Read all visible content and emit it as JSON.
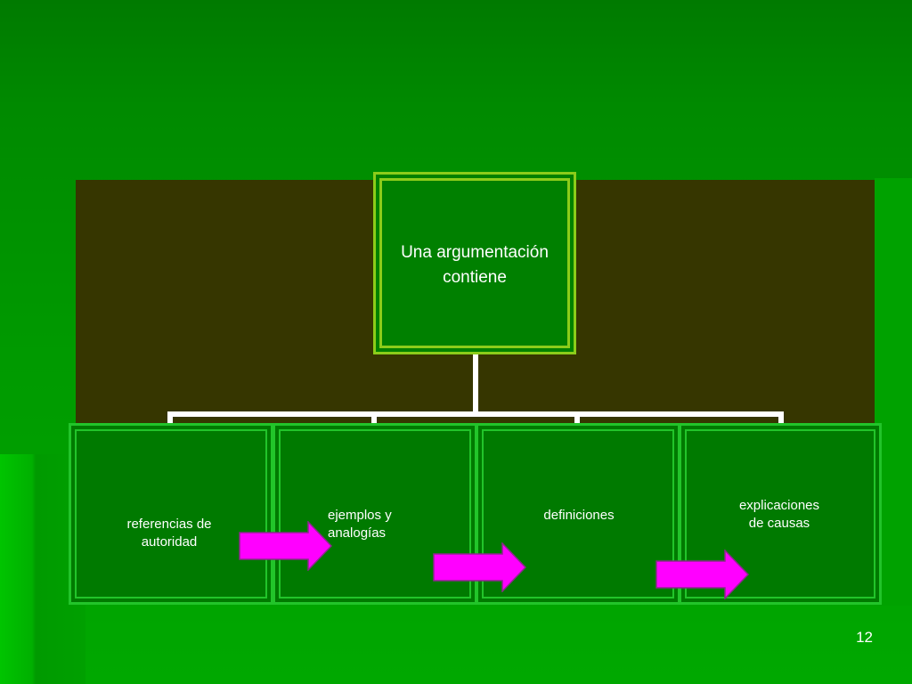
{
  "diagram": {
    "root": {
      "label": "Una  argumentación\ncontiene"
    },
    "children": [
      {
        "label": "referencias de\nautoridad"
      },
      {
        "label": "ejemplos y\nanalogías"
      },
      {
        "label": "definiciones"
      },
      {
        "label": "explicaciones\nde causas"
      }
    ]
  },
  "slide": {
    "page_number": "12"
  },
  "colors": {
    "background": "#008a00",
    "panel": "#363600",
    "box_border_top": "#8ccc1a",
    "box_border_child": "#22c42a",
    "arrow": "#ff00ff",
    "text": "#ffffff"
  },
  "icons": [
    "right-arrow-icon"
  ]
}
